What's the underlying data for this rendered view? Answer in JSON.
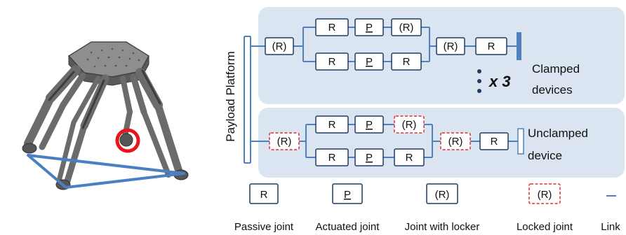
{
  "platform_label": "Payload Platform",
  "clamped": {
    "count_label": "x 3",
    "label_line1": "Clamped",
    "label_line2": "devices",
    "root_joint": "(R)",
    "upper_chain": [
      "R",
      "P",
      "(R)"
    ],
    "lower_chain": [
      "R",
      "P",
      "R"
    ],
    "merge_joint": "(R)",
    "end_joint": "R"
  },
  "unclamped": {
    "label_line1": "Unclamped",
    "label_line2": "device",
    "root_joint": "(R)",
    "upper_chain": [
      "R",
      "P",
      "(R)"
    ],
    "lower_chain": [
      "R",
      "P",
      "R"
    ],
    "merge_joint": "(R)",
    "end_joint": "R"
  },
  "legend": {
    "passive": {
      "symbol": "R",
      "label": "Passive joint"
    },
    "actuated": {
      "symbol": "P",
      "label": "Actuated joint"
    },
    "locker": {
      "symbol": "(R)",
      "label": "Joint with locker"
    },
    "locked": {
      "symbol": "(R)",
      "label": "Locked joint"
    },
    "link": {
      "label": "Link"
    }
  },
  "colors": {
    "panel": "#dbe5f1",
    "link": "#4f81bd",
    "locked": "#e03030",
    "robot_highlight": "#e8141e",
    "robot_triangle": "#4a7fc1"
  }
}
